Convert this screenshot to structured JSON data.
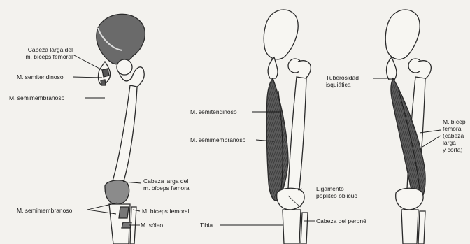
{
  "labels": {
    "cabeza_larga_top": "Cabeza larga del\nm. bíceps femoral",
    "semitendinoso_left": "M. semitendinoso",
    "semimembranoso_left": "M. semimembranoso",
    "cabeza_larga_mid": "Cabeza larga del\nm. bíceps femoral",
    "semimembranoso_bottom": "M. semimembranoso",
    "biceps_femoral_bottom": "M. bíceps femoral",
    "soleo": "M. sóleo",
    "semitendinoso_mid": "M. semitendinoso",
    "semimembranoso_mid": "M. semimembranoso",
    "ligamento": "Ligamento\npopliteo oblicuo",
    "tibia": "Tibia",
    "tuberosidad": "Tuberosidad\nisquiática",
    "cabeza_perone": "Cabeza del peroné",
    "biceps_right": "M. bícep\nfemoral\n(cabeza\nlarga\ny corta)"
  }
}
